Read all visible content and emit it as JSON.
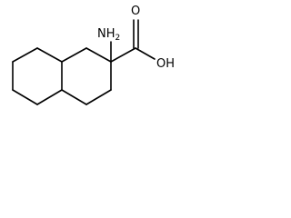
{
  "structure": {
    "labels": {
      "amine": "NH2",
      "carbonyl_oxygen": "O",
      "hydroxyl": "OH"
    },
    "ring_system": "bicyclic-fused-cyclohexane-rings",
    "bond_color": "#000000",
    "background_color": "#ffffff"
  }
}
